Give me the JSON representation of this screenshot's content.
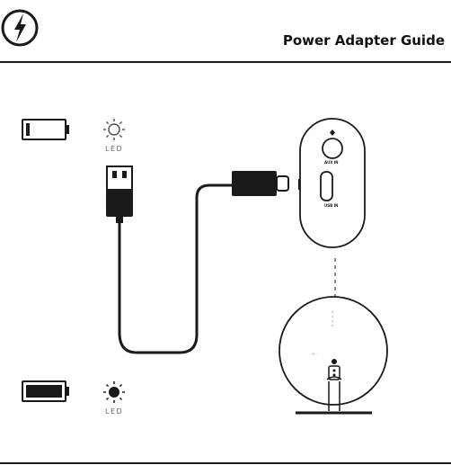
{
  "header": {
    "title": "Power Adapter Guide",
    "logo_icon": "lightning-bolt-icon"
  },
  "indicators": [
    {
      "battery_icon": "battery-low-icon",
      "led_icon": "led-off-icon",
      "label": "LED"
    },
    {
      "battery_icon": "battery-full-icon",
      "led_icon": "led-on-icon",
      "label": "LED"
    }
  ],
  "device": {
    "port_labels": [
      "AUX IN",
      "USB IN"
    ]
  },
  "colors": {
    "ink": "#1a1a1a",
    "muted": "#666666"
  }
}
